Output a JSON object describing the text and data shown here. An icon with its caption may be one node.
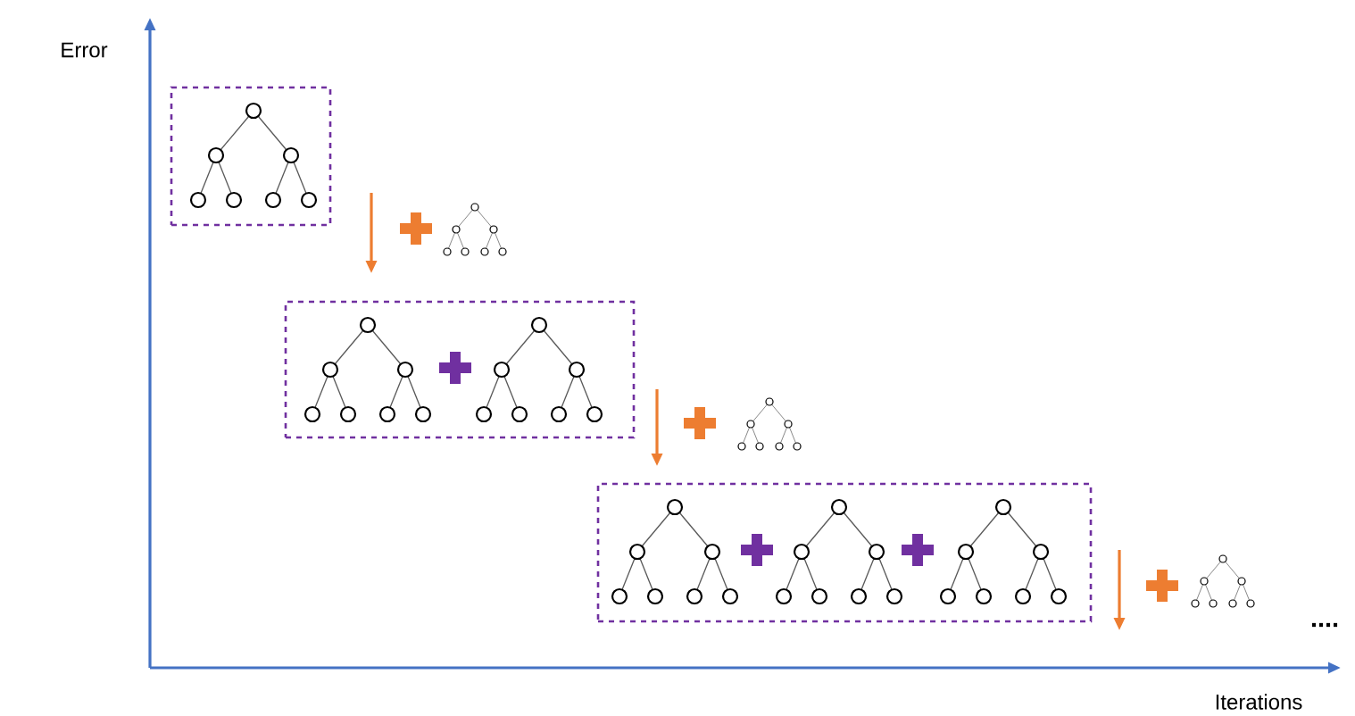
{
  "diagram": {
    "nodes": [
      {
        "text": [],
        "shape": "box"
      },
      {
        "text": [],
        "shape": "box"
      },
      {
        "text": [],
        "shape": "box"
      }
    ],
    "labels": [
      "Error",
      "Iterations",
      "...."
    ]
  }
}
